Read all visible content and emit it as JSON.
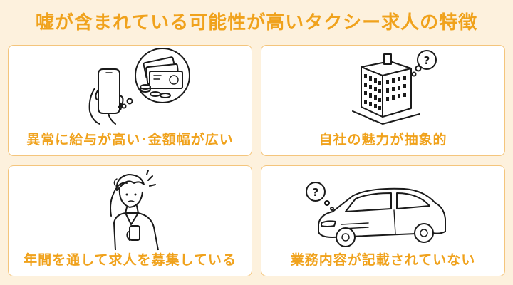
{
  "title": "嘘が含まれている可能性が高いタクシー求人の特徴",
  "cards": [
    {
      "caption": "異常に給与が高い･金額幅が広い",
      "icon": "smartphone-money-icon"
    },
    {
      "caption": "自社の魅力が抽象的",
      "icon": "building-question-icon"
    },
    {
      "caption": "年間を通して求人を募集している",
      "icon": "worried-man-icon"
    },
    {
      "caption": "業務内容が記載されていない",
      "icon": "car-question-icon"
    }
  ],
  "question_mark": "?",
  "colors": {
    "accent": "#f0a21c",
    "background": "#fdf1dd",
    "card_border": "#f4c57c"
  }
}
